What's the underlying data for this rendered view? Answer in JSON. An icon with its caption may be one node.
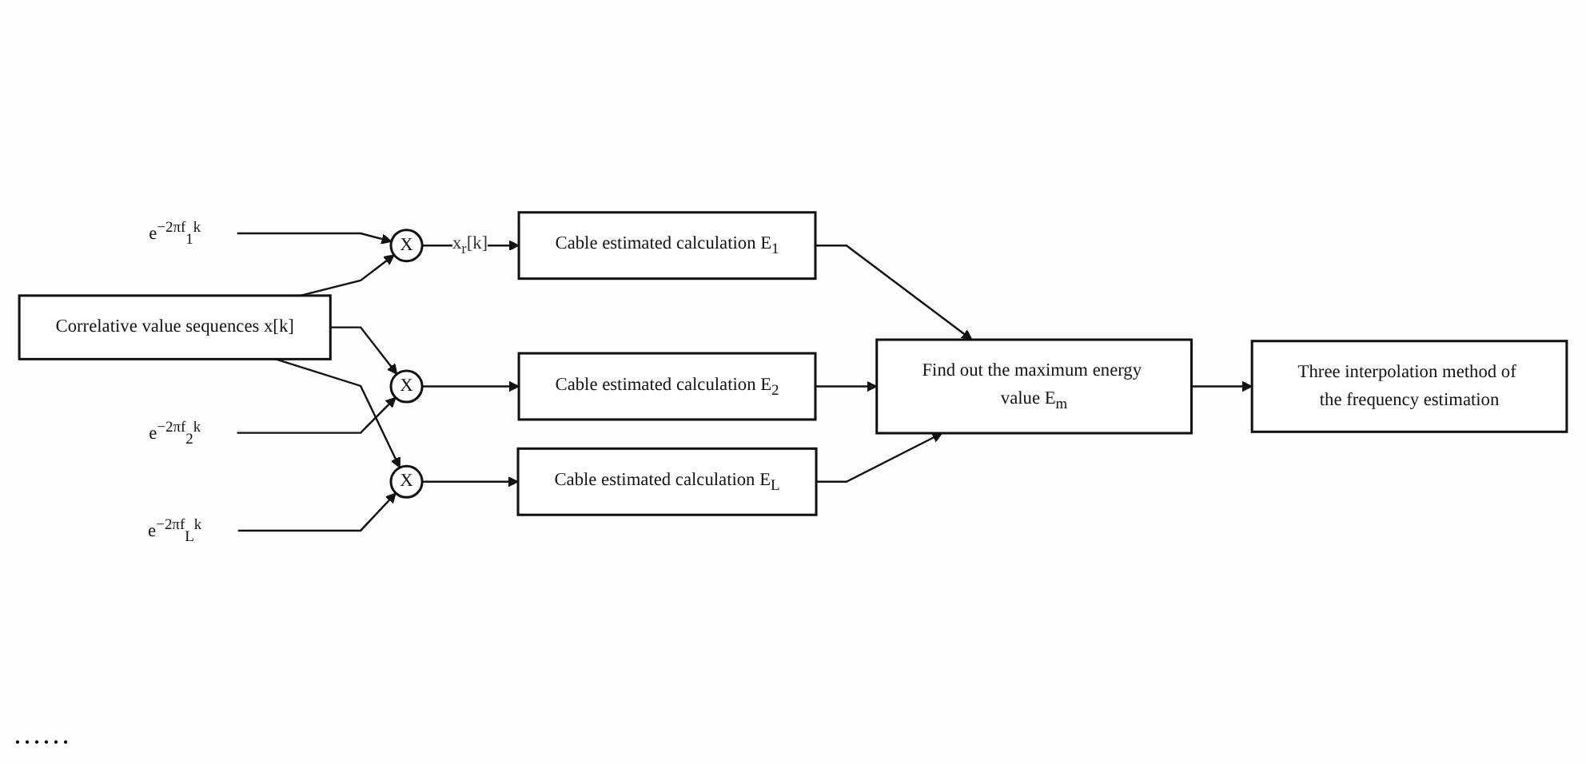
{
  "diagram": {
    "nodes": [
      {
        "text": [
          "Correlative value sequences x[k]"
        ]
      },
      {
        "text": [
          "X"
        ]
      },
      {
        "text": [
          "X"
        ]
      },
      {
        "text": [
          "X"
        ]
      },
      {
        "text": [
          "e$^{−2πf}$$_{1}$$^{k}$"
        ]
      },
      {
        "text": [
          "e$^{−2πf}$$_{2}$$^{k}$"
        ]
      },
      {
        "text": [
          "e$^{−2πf}$$_{L}$$^{k}$"
        ]
      },
      {
        "text": [
          "Cable estimated calculation E$_{1}$"
        ]
      },
      {
        "text": [
          "Cable estimated calculation E$_{2}$"
        ]
      },
      {
        "text": [
          "Cable estimated calculation E$_{L}$"
        ]
      },
      {
        "text": [
          "Find out the maximum energy value E$_{m}$"
        ]
      },
      {
        "text": [
          "Three interpolation method of the frequency estimation"
        ]
      }
    ],
    "edges": [
      {
        "from": 0,
        "to": 1,
        "arrow": "to"
      },
      {
        "from": 0,
        "to": 2,
        "arrow": "to"
      },
      {
        "from": 0,
        "to": 3,
        "arrow": "to"
      },
      {
        "from": 4,
        "to": 1,
        "arrow": "to"
      },
      {
        "from": 5,
        "to": 2,
        "arrow": "to"
      },
      {
        "from": 6,
        "to": 3,
        "arrow": "to"
      },
      {
        "from": 1,
        "to": 7,
        "arrow": "to",
        "label": "x$_{r}$[k]"
      },
      {
        "from": 2,
        "to": 8,
        "arrow": "to"
      },
      {
        "from": 3,
        "to": 9,
        "arrow": "to"
      },
      {
        "from": 7,
        "to": 10,
        "arrow": "to"
      },
      {
        "from": 8,
        "to": 10,
        "arrow": "to"
      },
      {
        "from": 9,
        "to": 10,
        "arrow": "to"
      },
      {
        "from": 10,
        "to": 11,
        "arrow": "to"
      }
    ],
    "labels": [
      "……"
    ]
  }
}
